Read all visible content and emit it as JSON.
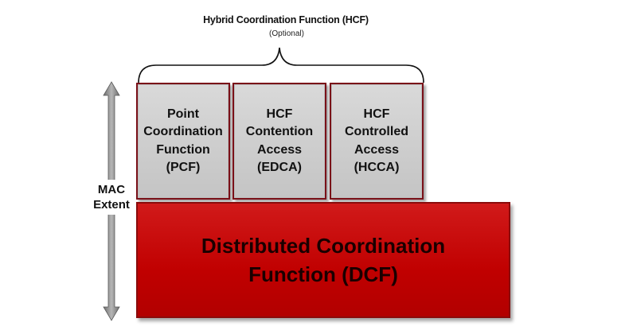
{
  "hcf": {
    "title": "Hybrid Coordination Function (HCF)",
    "subtitle": "(Optional)"
  },
  "mac_extent": {
    "line1": "MAC",
    "line2": "Extent"
  },
  "boxes": [
    {
      "lines": [
        "Point",
        "Coordination",
        "Function",
        "(PCF)"
      ]
    },
    {
      "lines": [
        "HCF",
        "Contention",
        "Access",
        "(EDCA)"
      ]
    },
    {
      "lines": [
        "HCF",
        "Controlled",
        "Access",
        "(HCCA)"
      ]
    }
  ],
  "dcf": {
    "line1": "Distributed Coordination",
    "line2": "Function (DCF)"
  },
  "colors": {
    "box_fill": "#cccccc",
    "box_border": "#7a1018",
    "dcf_fill": "#c00000",
    "arrow": "#8c8c8c"
  },
  "icons": {
    "brace": "curly-brace",
    "arrow": "double-headed-vertical-arrow"
  }
}
